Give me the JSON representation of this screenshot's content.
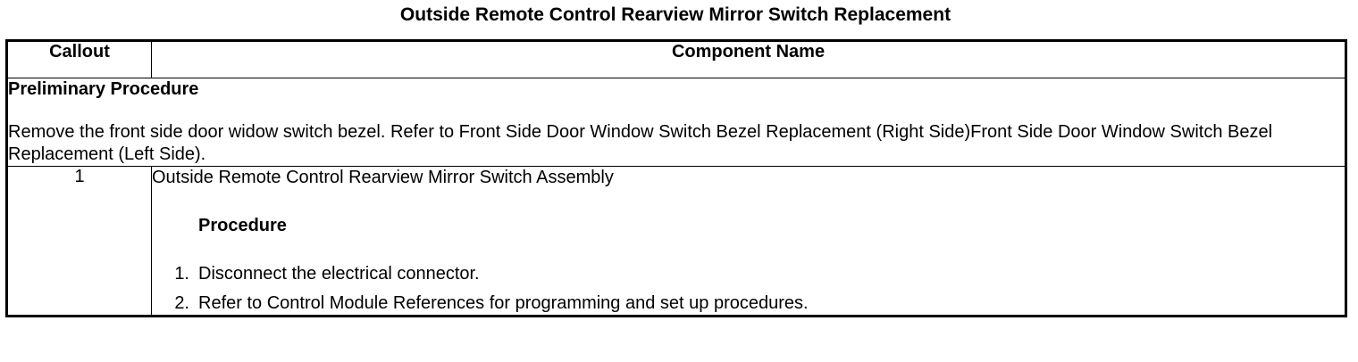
{
  "title": "Outside Remote Control Rearview Mirror Switch Replacement",
  "table": {
    "headers": {
      "callout": "Callout",
      "component": "Component Name"
    },
    "preliminary": {
      "heading": "Preliminary Procedure",
      "text": "Remove the front side door widow switch bezel. Refer to Front Side Door Window Switch Bezel Replacement (Right Side)Front Side Door Window Switch Bezel Replacement (Left Side)."
    },
    "rows": [
      {
        "callout": "1",
        "component": "Outside Remote Control Rearview Mirror Switch Assembly",
        "procedure_heading": "Procedure",
        "steps": [
          {
            "num": "1.",
            "text": "Disconnect the electrical connector."
          },
          {
            "num": "2.",
            "text": "Refer to Control Module References for programming and set up procedures."
          }
        ]
      }
    ]
  }
}
